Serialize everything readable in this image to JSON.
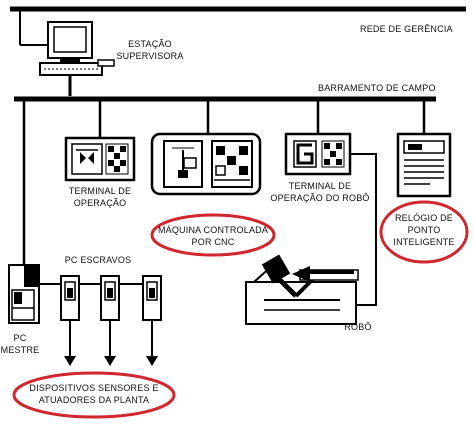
{
  "networks": {
    "management": "REDE DE GERÊNCIA",
    "field_bus": "BARRAMENTO DE CAMPO"
  },
  "devices": {
    "supervisory_station": [
      "ESTAÇÃO",
      "SUPERVISORA"
    ],
    "operation_terminal": [
      "TERMINAL DE",
      "OPERAÇÃO"
    ],
    "cnc_machine": [
      "MÁQUINA CONTROLADA",
      "POR CNC"
    ],
    "robot_terminal": [
      "TERMINAL DE",
      "OPERAÇÃO DO ROBÔ"
    ],
    "smart_clock": [
      "RELÓGIO DE",
      "PONTO",
      "INTELIGENTE"
    ],
    "slave_pcs": "PC ESCRAVOS",
    "master_pc": [
      "PC",
      "MESTRE"
    ],
    "robot": "ROBÔ",
    "sensors": [
      "DISPOSITIVOS SENSORES E",
      "ATUADORES DA PLANTA"
    ]
  },
  "highlight_color": "#d0262e"
}
